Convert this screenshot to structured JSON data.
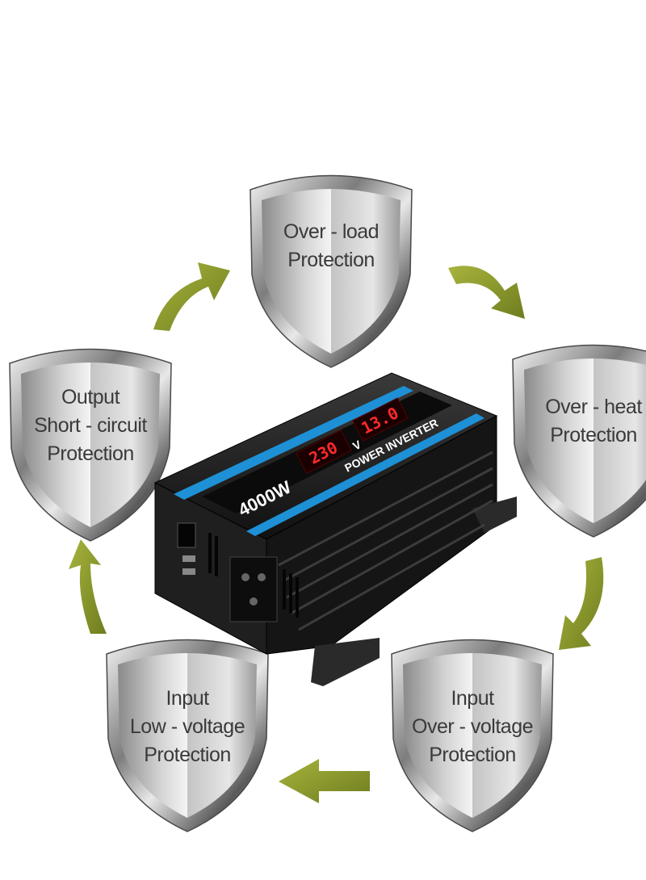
{
  "shields": [
    {
      "id": "overload",
      "lines": [
        "Over - load",
        "Protection"
      ]
    },
    {
      "id": "overheat",
      "lines": [
        "Over - heat",
        "Protection"
      ]
    },
    {
      "id": "input-overvoltage",
      "lines": [
        "Input",
        "Over - voltage",
        "Protection"
      ]
    },
    {
      "id": "input-lowvoltage",
      "lines": [
        "Input",
        "Low - voltage",
        "Protection"
      ]
    },
    {
      "id": "output-short",
      "lines": [
        "Output",
        "Short - circuit",
        "Protection"
      ]
    }
  ],
  "inverter": {
    "panel_label": "POWER INVERTER",
    "wattage": "4000W",
    "display_input": "13.0",
    "display_output": "230",
    "unit": "V"
  },
  "colors": {
    "arrow": "#8c9a2c",
    "accent_blue": "#1e90d6",
    "body": "#1b1b1b",
    "display_red": "#ff2a2a"
  }
}
